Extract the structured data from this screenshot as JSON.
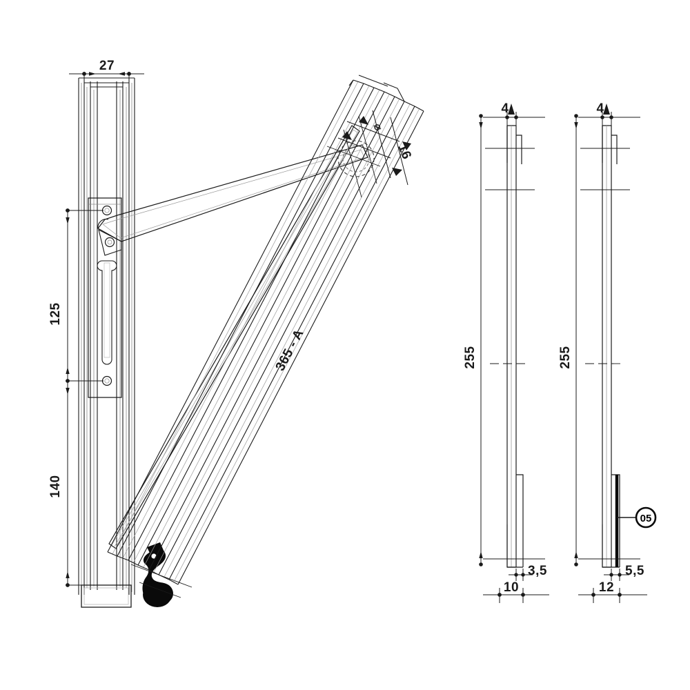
{
  "drawing": {
    "title": "Mechanical assembly technical drawing",
    "background_color": "#ffffff",
    "line_color": "#1a1a1a",
    "views": [
      {
        "name": "left-elevation-view",
        "description": "Vertical profile with pivot arm, mounting bracket and diagonal rails"
      },
      {
        "name": "center-detail-view",
        "description": "Diagonal rail assembly with hidden circle detail"
      },
      {
        "name": "right-section-view-1",
        "description": "Thin profile section, 255 long"
      },
      {
        "name": "right-section-view-2",
        "description": "Thin profile section with thick edge strip, 255 long"
      }
    ],
    "dimensions": {
      "left_width": "27",
      "left_upper_span": "125",
      "left_lower_span": "140",
      "diagonal_label": "365 - A",
      "detail_16": "16",
      "mid_top": "4",
      "mid_height": "255",
      "mid_offset": "3,5",
      "mid_width": "10",
      "right_top": "4",
      "right_height": "255",
      "right_offset": "5,5",
      "right_width": "12"
    },
    "callouts": [
      {
        "name": "balloon-05",
        "label": "05"
      }
    ]
  }
}
